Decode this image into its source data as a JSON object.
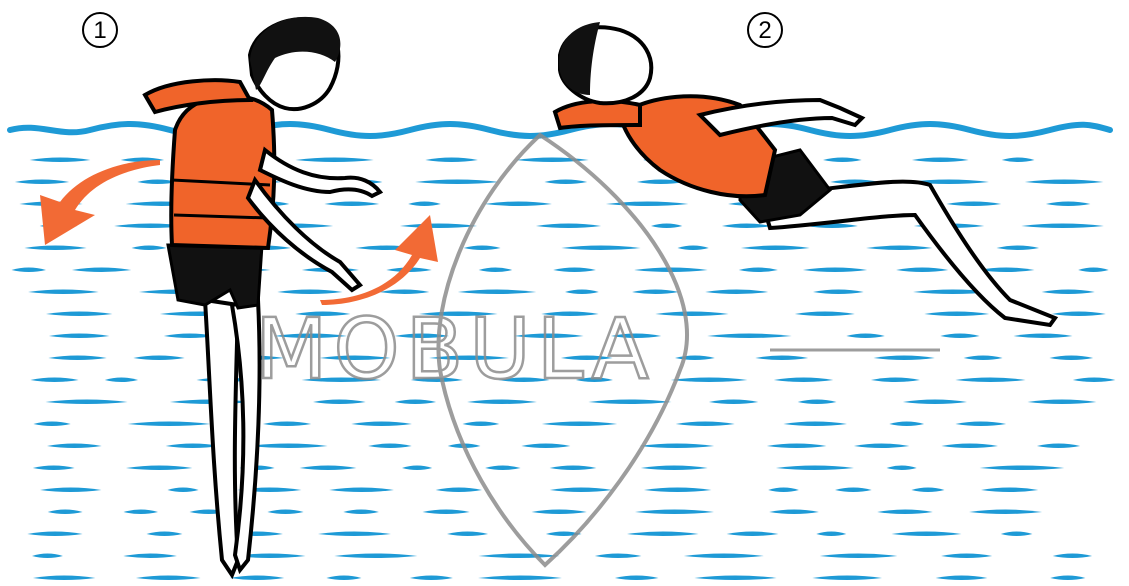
{
  "steps": [
    {
      "number": "1"
    },
    {
      "number": "2"
    }
  ],
  "watermark": {
    "text": "MOBULA"
  },
  "colors": {
    "water": "#1e9ad6",
    "vest": "#f0642a",
    "arrow": "#f26a35",
    "outline": "#000000",
    "watermark": "#8c8c8c",
    "background": "#ffffff"
  },
  "icons": [
    "life-vest-icon",
    "rotate-arrow-icon",
    "swimmer-figure-icon"
  ]
}
